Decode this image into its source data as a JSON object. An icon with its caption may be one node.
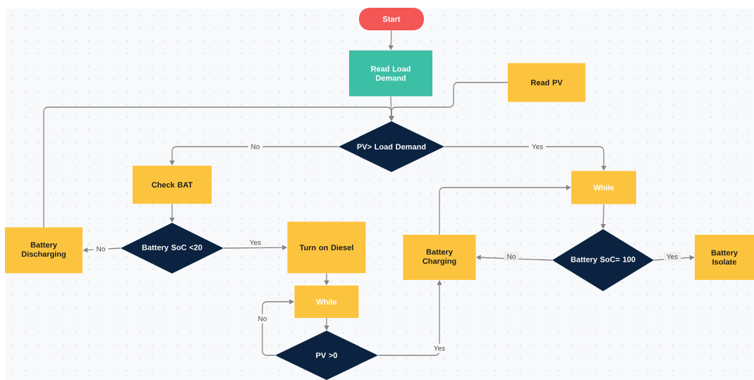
{
  "diagram": {
    "nodes": [
      {
        "text": [
          "Start"
        ]
      },
      {
        "text": [
          "Read Load Demand"
        ]
      },
      {
        "text": [
          "Read PV"
        ]
      },
      {
        "text": [
          "PV> Load Demand"
        ]
      },
      {
        "text": [
          "Check BAT"
        ]
      },
      {
        "text": [
          "Battery SoC <20"
        ]
      },
      {
        "text": [
          "Battery Discharging"
        ]
      },
      {
        "text": [
          "Turn on Diesel"
        ]
      },
      {
        "text": [
          "While"
        ]
      },
      {
        "text": [
          "PV >0"
        ]
      },
      {
        "text": [
          "While"
        ]
      },
      {
        "text": [
          "Battery SoC= 100"
        ]
      },
      {
        "text": [
          "Battery Charging"
        ]
      },
      {
        "text": [
          "Battery Isolate"
        ]
      }
    ],
    "edges": [
      {
        "from": 0,
        "to": 1,
        "arrow": "to"
      },
      {
        "from": 1,
        "to": 3,
        "arrow": "to"
      },
      {
        "from": 2,
        "to": 3,
        "arrow": "to"
      },
      {
        "from": 6,
        "to": 3,
        "arrow": "to"
      },
      {
        "from": 3,
        "to": 4,
        "arrow": "to",
        "label": "No"
      },
      {
        "from": 3,
        "to": 10,
        "arrow": "to",
        "label": "Yes"
      },
      {
        "from": 4,
        "to": 5,
        "arrow": "to"
      },
      {
        "from": 5,
        "to": 6,
        "arrow": "to",
        "label": "No"
      },
      {
        "from": 5,
        "to": 7,
        "arrow": "to",
        "label": "Yes"
      },
      {
        "from": 7,
        "to": 8,
        "arrow": "to"
      },
      {
        "from": 8,
        "to": 9,
        "arrow": "to"
      },
      {
        "from": 9,
        "to": 8,
        "arrow": "to",
        "label": "No"
      },
      {
        "from": 9,
        "to": 12,
        "arrow": "to",
        "label": "Yes"
      },
      {
        "from": 12,
        "to": 10,
        "arrow": "to"
      },
      {
        "from": 10,
        "to": 11,
        "arrow": "to"
      },
      {
        "from": 11,
        "to": 12,
        "arrow": "to",
        "label": "No"
      },
      {
        "from": 11,
        "to": 13,
        "arrow": "to",
        "label": "Yes"
      }
    ]
  }
}
